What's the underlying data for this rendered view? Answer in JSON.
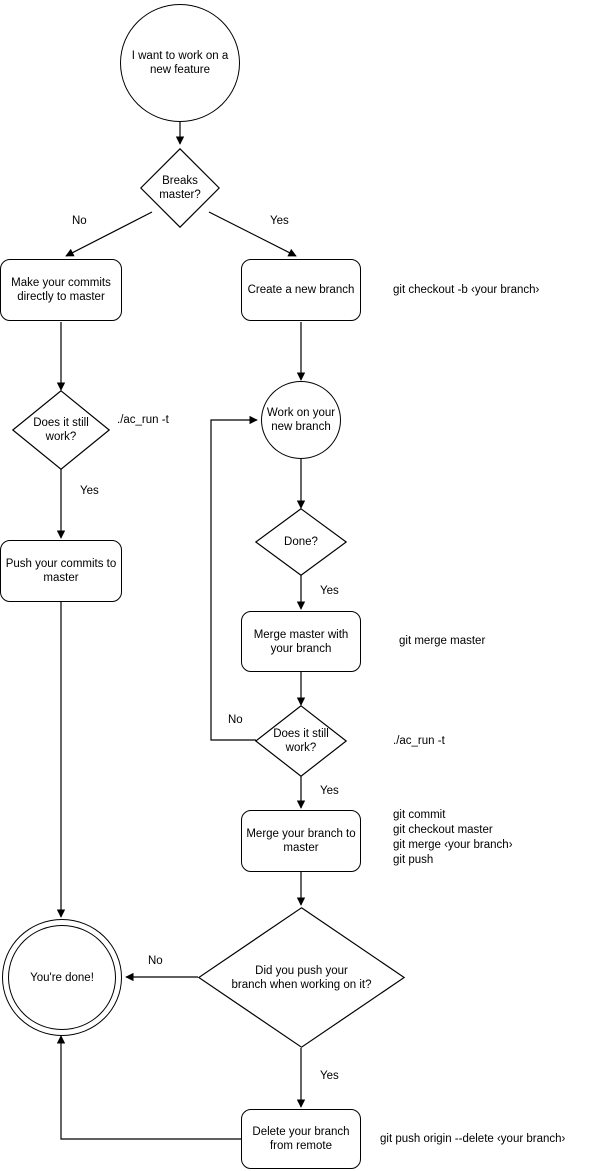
{
  "diagram": {
    "title": "Git feature branch workflow flowchart",
    "stroke_color": "#000000",
    "background_color": "#ffffff",
    "text_color": "#000000"
  },
  "nodes": {
    "start": {
      "label": "I want to work on a\nnew feature",
      "shape": "circle"
    },
    "breaks_master": {
      "label": "Breaks\nmaster?",
      "shape": "diamond"
    },
    "make_commits": {
      "label": "Make your commits\ndirectly to master",
      "shape": "process"
    },
    "create_branch": {
      "label": "Create a new branch",
      "shape": "process"
    },
    "does_it_work_left": {
      "label": "Does it still\nwork?",
      "shape": "diamond"
    },
    "push_commits": {
      "label": "Push your commits to\nmaster",
      "shape": "process"
    },
    "work_on_branch": {
      "label": "Work on your\nnew branch",
      "shape": "circle"
    },
    "done": {
      "label": "Done?",
      "shape": "diamond"
    },
    "merge_master_with_branch": {
      "label": "Merge master with\nyour branch",
      "shape": "process"
    },
    "does_it_work_mid": {
      "label": "Does it still\nwork?",
      "shape": "diamond"
    },
    "merge_branch_to_master": {
      "label": "Merge your branch to\nmaster",
      "shape": "process"
    },
    "did_you_push": {
      "label": "Did you push your\nbranch when working on it?",
      "shape": "diamond"
    },
    "delete_branch": {
      "label": "Delete your branch\nfrom remote",
      "shape": "process"
    },
    "youre_done": {
      "label": "You're done!",
      "shape": "double-circle"
    }
  },
  "edge_labels": {
    "breaks_master_no": "No",
    "breaks_master_yes": "Yes",
    "does_it_work_left_yes": "Yes",
    "done_yes": "Yes",
    "does_it_work_mid_no": "No",
    "does_it_work_mid_yes": "Yes",
    "did_you_push_no": "No",
    "did_you_push_yes": "Yes"
  },
  "annotations": {
    "create_branch_cmd": "git checkout -b ‹your branch›",
    "does_it_work_left_cmd": "./ac_run -t",
    "merge_master_cmd": "git merge master",
    "does_it_work_mid_cmd": "./ac_run -t",
    "merge_branch_cmd": "git commit\ngit checkout master\ngit merge ‹your branch›\ngit push",
    "delete_branch_cmd": "git push origin --delete ‹your branch›"
  }
}
